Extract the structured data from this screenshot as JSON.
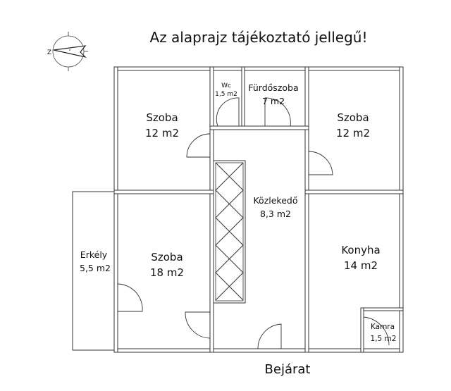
{
  "title": "Az alaprajz tájékoztató jellegű!",
  "compass": {
    "label": "Z"
  },
  "rooms": {
    "szoba_top_left": {
      "name": "Szoba",
      "area": "12 m2"
    },
    "wc": {
      "name": "Wc",
      "area": "1,5 m2"
    },
    "furdoszoba": {
      "name": "Fürdőszoba",
      "area": "7 m2"
    },
    "szoba_top_right": {
      "name": "Szoba",
      "area": "12 m2"
    },
    "kozlekedo": {
      "name": "Közlekedő",
      "area": "8,3 m2"
    },
    "erkely": {
      "name": "Erkély",
      "area": "5,5 m2"
    },
    "szoba_bottom_left": {
      "name": "Szoba",
      "area": "18 m2"
    },
    "konyha": {
      "name": "Konyha",
      "area": "14 m2"
    },
    "kamra": {
      "name": "Kamra",
      "area": "1,5 m2"
    }
  },
  "entrance": "Bejárat"
}
